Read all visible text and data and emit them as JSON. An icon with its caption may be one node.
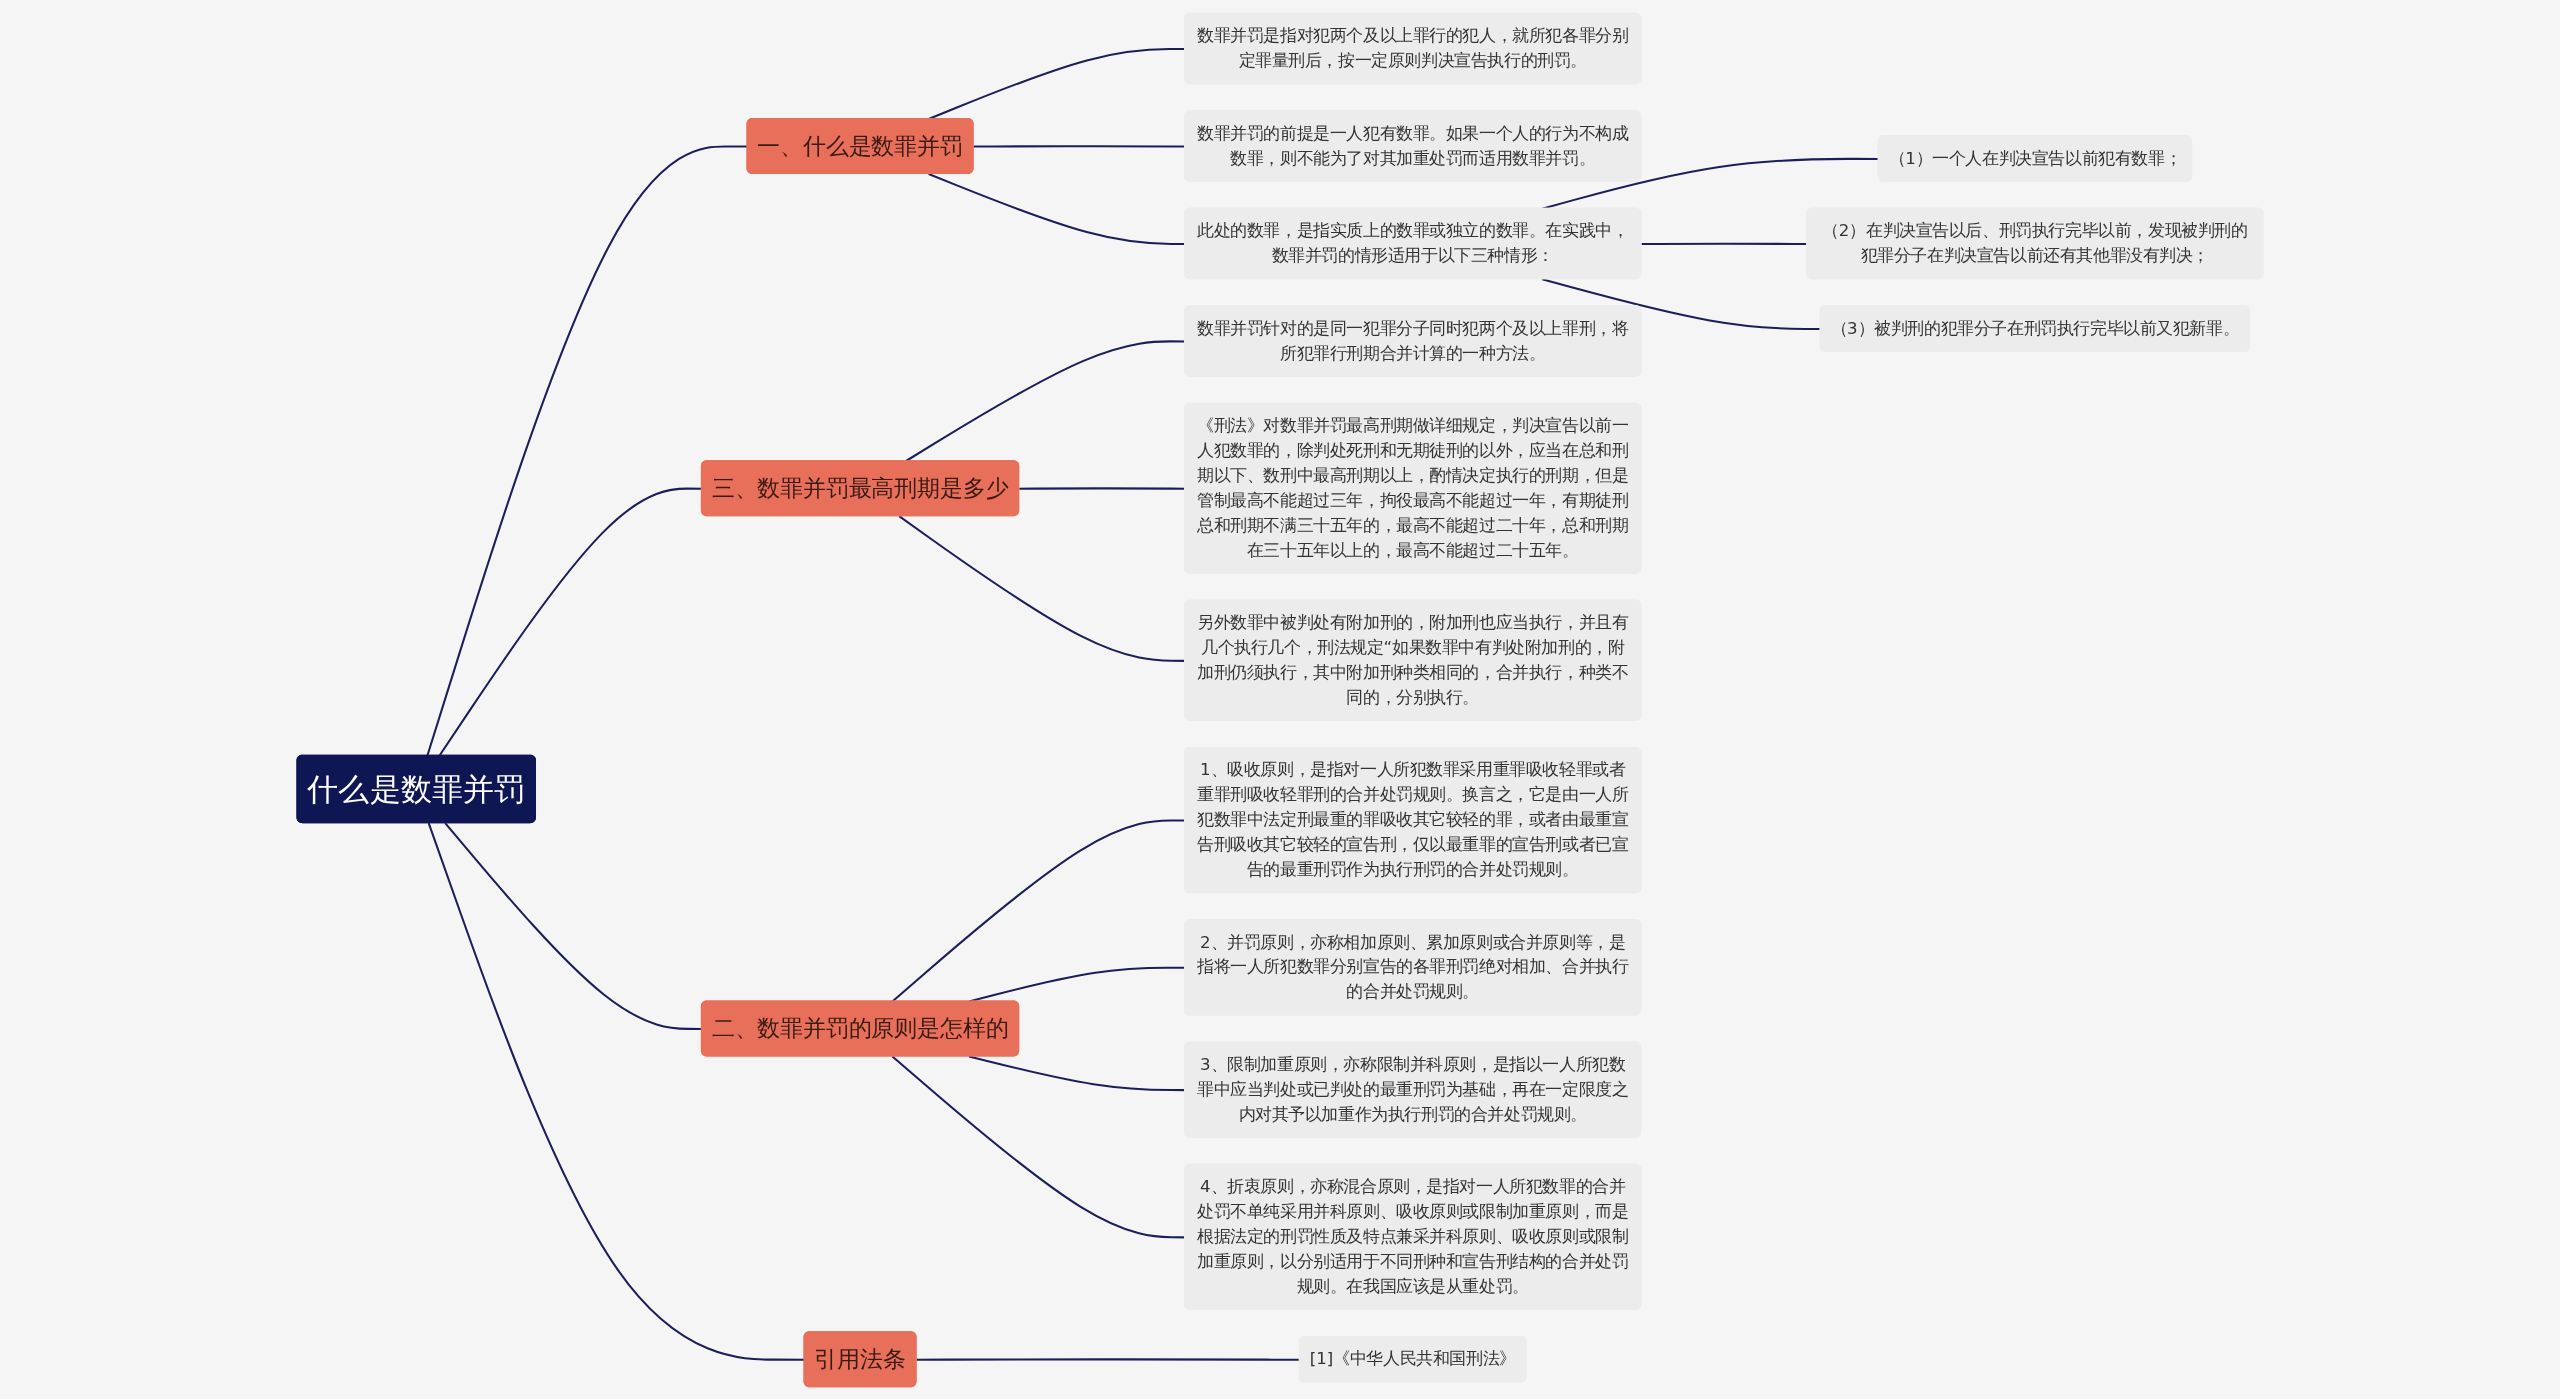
{
  "diagram": {
    "nodes": [
      {
        "text": [
          "什么是数罪并罚"
        ]
      },
      {
        "text": [
          "一、什么是数罪并罚"
        ]
      },
      {
        "text": [
          "数罪并罚是指对犯两个及以上罪行的犯人，就所犯各罪分别定罪量刑后，按一定原则判决宣告执行的刑罚。"
        ]
      },
      {
        "text": [
          "数罪并罚的前提是一人犯有数罪。如果一个人的行为不构成数罪，则不能为了对其加重处罚而适用数罪并罚。"
        ]
      },
      {
        "text": [
          "此处的数罪，是指实质上的数罪或独立的数罪。在实践中，数罪并罚的情形适用于以下三种情形："
        ]
      },
      {
        "text": [
          "（1）一个人在判决宣告以前犯有数罪；"
        ]
      },
      {
        "text": [
          "（2）在判决宣告以后、刑罚执行完毕以前，发现被判刑的犯罪分子在判决宣告以前还有其他罪没有判决；"
        ]
      },
      {
        "text": [
          "（3）被判刑的犯罪分子在刑罚执行完毕以前又犯新罪。"
        ]
      },
      {
        "text": [
          "三、数罪并罚最高刑期是多少"
        ]
      },
      {
        "text": [
          "数罪并罚针对的是同一犯罪分子同时犯两个及以上罪刑，将所犯罪行刑期合并计算的一种方法。"
        ]
      },
      {
        "text": [
          "《刑法》对数罪并罚最高刑期做详细规定，判决宣告以前一人犯数罪的，除判处死刑和无期徒刑的以外，应当在总和刑期以下、数刑中最高刑期以上，酌情决定执行的刑期，但是管制最高不能超过三年，拘役最高不能超过一年，有期徒刑总和刑期不满三十五年的，最高不能超过二十年，总和刑期在三十五年以上的，最高不能超过二十五年。"
        ]
      },
      {
        "text": [
          "另外数罪中被判处有附加刑的，附加刑也应当执行，并且有几个执行几个，刑法规定“如果数罪中有判处附加刑的，附加刑仍须执行，其中附加刑种类相同的，合并执行，种类不同的，分别执行。"
        ]
      },
      {
        "text": [
          "二、数罪并罚的原则是怎样的"
        ]
      },
      {
        "text": [
          "1、吸收原则，是指对一人所犯数罪采用重罪吸收轻罪或者重罪刑吸收轻罪刑的合并处罚规则。换言之，它是由一人所犯数罪中法定刑最重的罪吸收其它较轻的罪，或者由最重宣告刑吸收其它较轻的宣告刑，仅以最重罪的宣告刑或者已宣告的最重刑罚作为执行刑罚的合并处罚规则。"
        ]
      },
      {
        "text": [
          "2、并罚原则，亦称相加原则、累加原则或合并原则等，是指将一人所犯数罪分别宣告的各罪刑罚绝对相加、合并执行的合并处罚规则。"
        ]
      },
      {
        "text": [
          "3、限制加重原则，亦称限制并科原则，是指以一人所犯数罪中应当判处或已判处的最重刑罚为基础，再在一定限度之内对其予以加重作为执行刑罚的合并处罚规则。"
        ]
      },
      {
        "text": [
          "4、折衷原则，亦称混合原则，是指对一人所犯数罪的合并处罚不单纯采用并科原则、吸收原则或限制加重原则，而是根据法定的刑罚性质及特点兼采并科原则、吸收原则或限制加重原则，以分别适用于不同刑种和宣告刑结构的合并处罚规则。在我国应该是从重处罚。"
        ]
      },
      {
        "text": [
          "引用法条"
        ]
      },
      {
        "text": [
          "[1]《中华人民共和国刑法》"
        ]
      }
    ],
    "edges": [
      {
        "from": 0,
        "to": 1,
        "arrow": "none"
      },
      {
        "from": 1,
        "to": 2,
        "arrow": "none"
      },
      {
        "from": 1,
        "to": 3,
        "arrow": "none"
      },
      {
        "from": 1,
        "to": 4,
        "arrow": "none"
      },
      {
        "from": 4,
        "to": 5,
        "arrow": "none"
      },
      {
        "from": 4,
        "to": 6,
        "arrow": "none"
      },
      {
        "from": 4,
        "to": 7,
        "arrow": "none"
      },
      {
        "from": 0,
        "to": 8,
        "arrow": "none"
      },
      {
        "from": 8,
        "to": 9,
        "arrow": "none"
      },
      {
        "from": 8,
        "to": 10,
        "arrow": "none"
      },
      {
        "from": 8,
        "to": 11,
        "arrow": "none"
      },
      {
        "from": 0,
        "to": 12,
        "arrow": "none"
      },
      {
        "from": 12,
        "to": 13,
        "arrow": "none"
      },
      {
        "from": 12,
        "to": 14,
        "arrow": "none"
      },
      {
        "from": 12,
        "to": 15,
        "arrow": "none"
      },
      {
        "from": 12,
        "to": 16,
        "arrow": "none"
      },
      {
        "from": 0,
        "to": 17,
        "arrow": "none"
      },
      {
        "from": 17,
        "to": 18,
        "arrow": "none"
      }
    ]
  }
}
